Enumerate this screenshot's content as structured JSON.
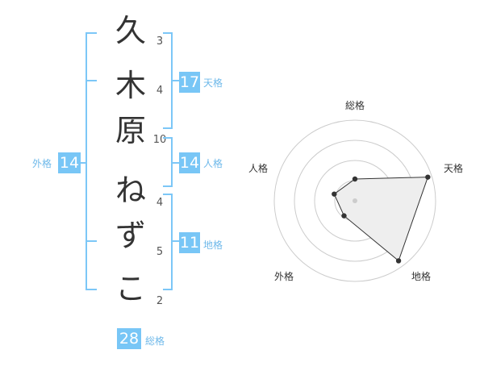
{
  "name": {
    "characters": [
      {
        "char": "久",
        "strokes": "3"
      },
      {
        "char": "木",
        "strokes": "4"
      },
      {
        "char": "原",
        "strokes": "10"
      },
      {
        "char": "ね",
        "strokes": "4"
      },
      {
        "char": "ず",
        "strokes": "5"
      },
      {
        "char": "こ",
        "strokes": "2"
      }
    ]
  },
  "fortune": {
    "tenkaku": {
      "value": "17",
      "label": "天格"
    },
    "jinkaku": {
      "value": "14",
      "label": "人格"
    },
    "chikaku": {
      "value": "11",
      "label": "地格"
    },
    "gaikaku": {
      "value": "14",
      "label": "外格"
    },
    "soukaku": {
      "value": "28",
      "label": "総格"
    }
  },
  "radar": {
    "labels": {
      "top": "総格",
      "right_top": "天格",
      "right_bottom": "地格",
      "left_bottom": "外格",
      "left_top": "人格"
    },
    "scores": {
      "soukaku": 0.27,
      "tenkaku": 0.95,
      "chikaku": 0.92,
      "gaikaku": 0.23,
      "jinkaku": 0.27
    },
    "rings": 4,
    "colors": {
      "fill": "#eeeeee",
      "line": "#333333",
      "ring": "#cccccc",
      "point": "#333333"
    }
  }
}
